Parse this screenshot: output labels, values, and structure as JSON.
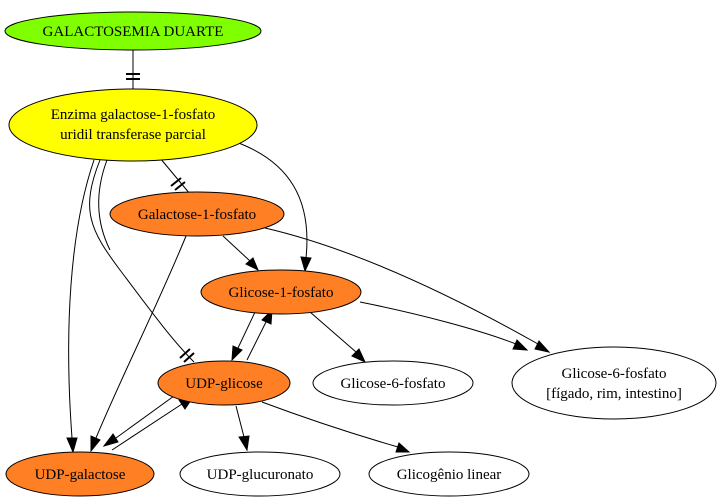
{
  "diagram": {
    "nodes": {
      "galactosemia": {
        "lines": [
          "GALACTOSEMIA DUARTE"
        ],
        "fill": "#7fff00"
      },
      "enzima": {
        "lines": [
          "Enzima galactose-1-fosfato",
          "uridil transferase parcial"
        ],
        "fill": "#ffff00"
      },
      "gal1p": {
        "lines": [
          "Galactose-1-fosfato"
        ],
        "fill": "#ff7f24"
      },
      "glc1p": {
        "lines": [
          "Glicose-1-fosfato"
        ],
        "fill": "#ff7f24"
      },
      "udpglc": {
        "lines": [
          "UDP-glicose"
        ],
        "fill": "#ff7f24"
      },
      "udpgal": {
        "lines": [
          "UDP-galactose"
        ],
        "fill": "#ff7f24"
      },
      "g6p": {
        "lines": [
          "Glicose-6-fosfato"
        ],
        "fill": "#ffffff"
      },
      "g6p_tissue": {
        "lines": [
          "Glicose-6-fosfato",
          "[fígado, rim, intestino]"
        ],
        "fill": "#ffffff"
      },
      "udpglcur": {
        "lines": [
          "UDP-glucuronato"
        ],
        "fill": "#ffffff"
      },
      "glicogenio": {
        "lines": [
          "Glicogênio linear"
        ],
        "fill": "#ffffff"
      }
    },
    "edges": [
      {
        "from": "galactosemia",
        "to": "enzima",
        "type": "inhibit"
      },
      {
        "from": "enzima",
        "to": "gal1p",
        "type": "inhibit"
      },
      {
        "from": "enzima",
        "to": "udpglc",
        "type": "inhibit"
      },
      {
        "from": "enzima",
        "to": "glc1p",
        "type": "arrow"
      },
      {
        "from": "enzima",
        "to": "udpgal",
        "type": "arrow"
      },
      {
        "from": "enzima",
        "to": "udpgal",
        "type": "arrow"
      },
      {
        "from": "gal1p",
        "to": "glc1p",
        "type": "arrow"
      },
      {
        "from": "gal1p",
        "to": "g6p_tissue",
        "type": "arrow"
      },
      {
        "from": "gal1p",
        "to": "udpgal",
        "type": "arrow"
      },
      {
        "from": "glc1p",
        "to": "udpglc",
        "type": "arrow"
      },
      {
        "from": "udpglc",
        "to": "glc1p",
        "type": "arrow"
      },
      {
        "from": "glc1p",
        "to": "g6p",
        "type": "arrow"
      },
      {
        "from": "glc1p",
        "to": "g6p_tissue",
        "type": "arrow"
      },
      {
        "from": "udpglc",
        "to": "udpgal",
        "type": "arrow"
      },
      {
        "from": "udpgal",
        "to": "udpglc",
        "type": "arrow"
      },
      {
        "from": "udpglc",
        "to": "udpglcur",
        "type": "arrow"
      },
      {
        "from": "udpglc",
        "to": "glicogenio",
        "type": "arrow"
      }
    ]
  }
}
